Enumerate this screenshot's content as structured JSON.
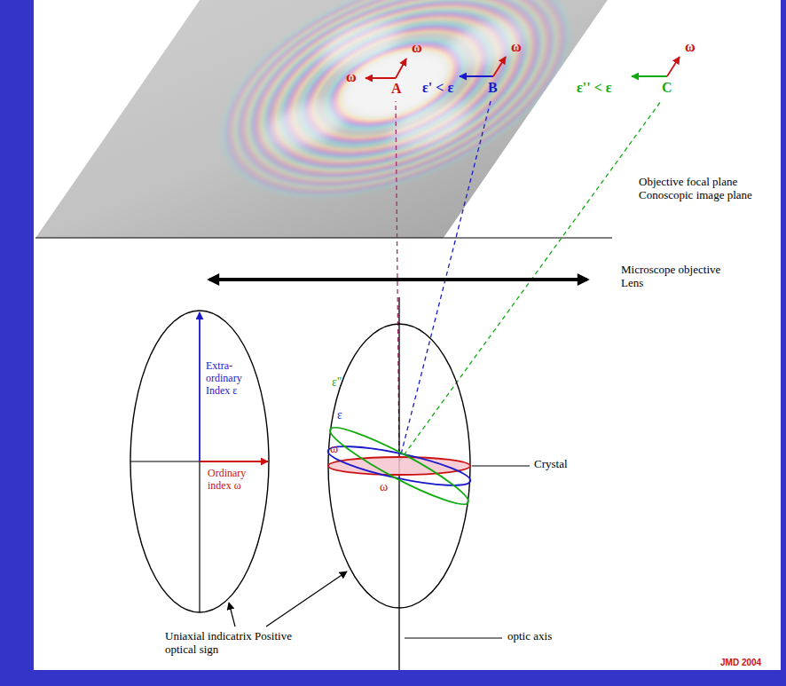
{
  "diagram": {
    "labels": [
      "ω",
      "ω",
      "A",
      "ω",
      "ε' < ε",
      "B",
      "ε'' < ε",
      "ω",
      "C",
      "Objective focal plane Conoscopic image plane",
      "Microscope objective Lens",
      "Extra-ordinary Index ε",
      "Ordinary index ω",
      "ε''",
      "ε",
      "ω",
      "ω",
      "Crystal",
      "Uniaxial indicatrix Positive optical sign",
      "optic axis",
      "JMD 2004"
    ]
  }
}
